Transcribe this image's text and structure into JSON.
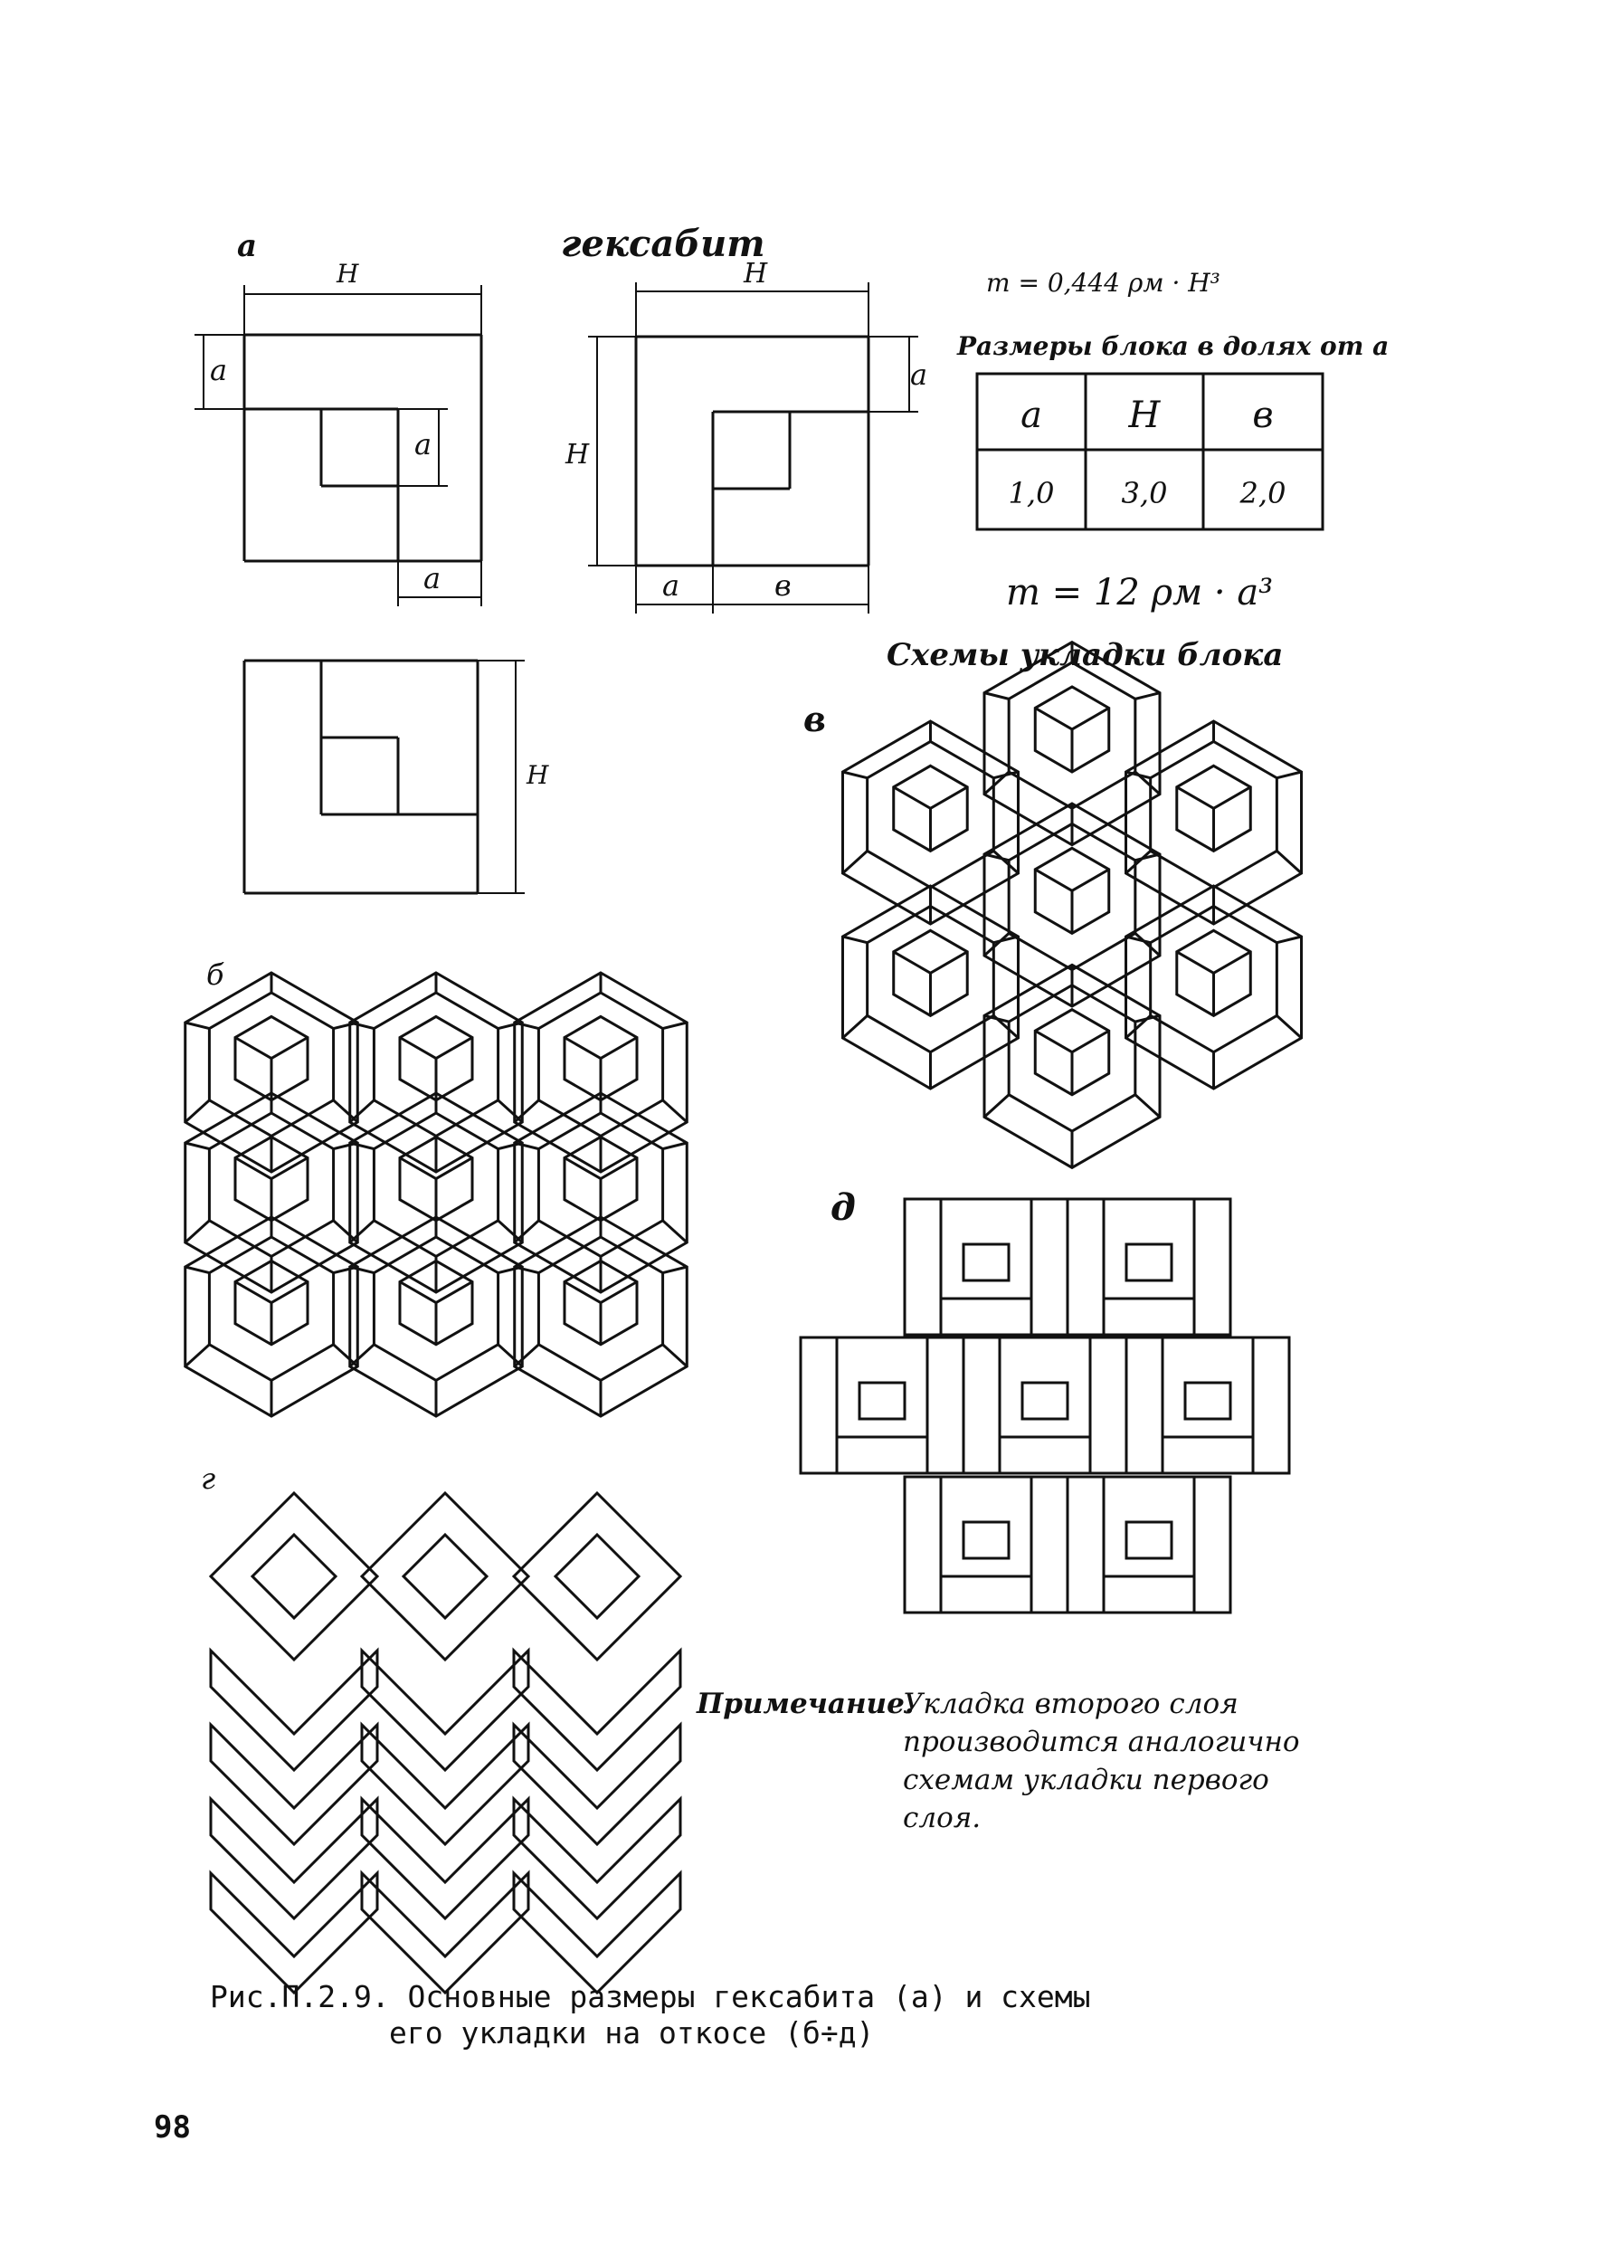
{
  "figure": {
    "title": "гексабит",
    "panel_labels": {
      "a": "а",
      "b": "б",
      "v": "в",
      "g": "г",
      "d": "д"
    },
    "dim_labels": {
      "H": "H",
      "a": "а",
      "b": "в"
    },
    "formula_mass_h": "m = 0,444 ρм · H³",
    "formula_mass_a": "m = 12 ρм · a³",
    "table_caption": "Размеры блока в долях от а",
    "table_headers": [
      "а",
      "H",
      "в"
    ],
    "table_values": [
      "1,0",
      "3,0",
      "2,0"
    ],
    "schemes_title": "Схемы укладки блока",
    "note_label": "Примечание.",
    "note_lines": [
      "Укладка второго слоя",
      "производится аналогично",
      "схемам укладки первого",
      "слоя."
    ],
    "caption_line1": "Рис.П.2.9. Основные размеры гексабита (а) и схемы",
    "caption_line2": "его укладки на откосе (б÷д)",
    "page_number": "98"
  }
}
